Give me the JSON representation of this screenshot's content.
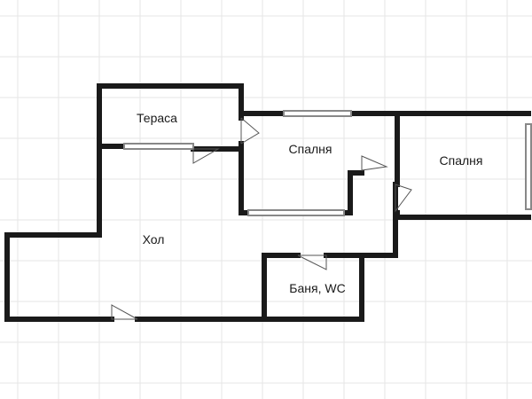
{
  "rooms": {
    "terrace": "Тераса",
    "bedroom_1": "Спалня",
    "bedroom_2": "Спалня",
    "hall": "Хол",
    "bathroom": "Баня, WC"
  },
  "colors": {
    "wall": "#1a1a1a",
    "grid": "#e6e6e6",
    "door": "#555555",
    "window": "#888888",
    "background": "#ffffff"
  }
}
